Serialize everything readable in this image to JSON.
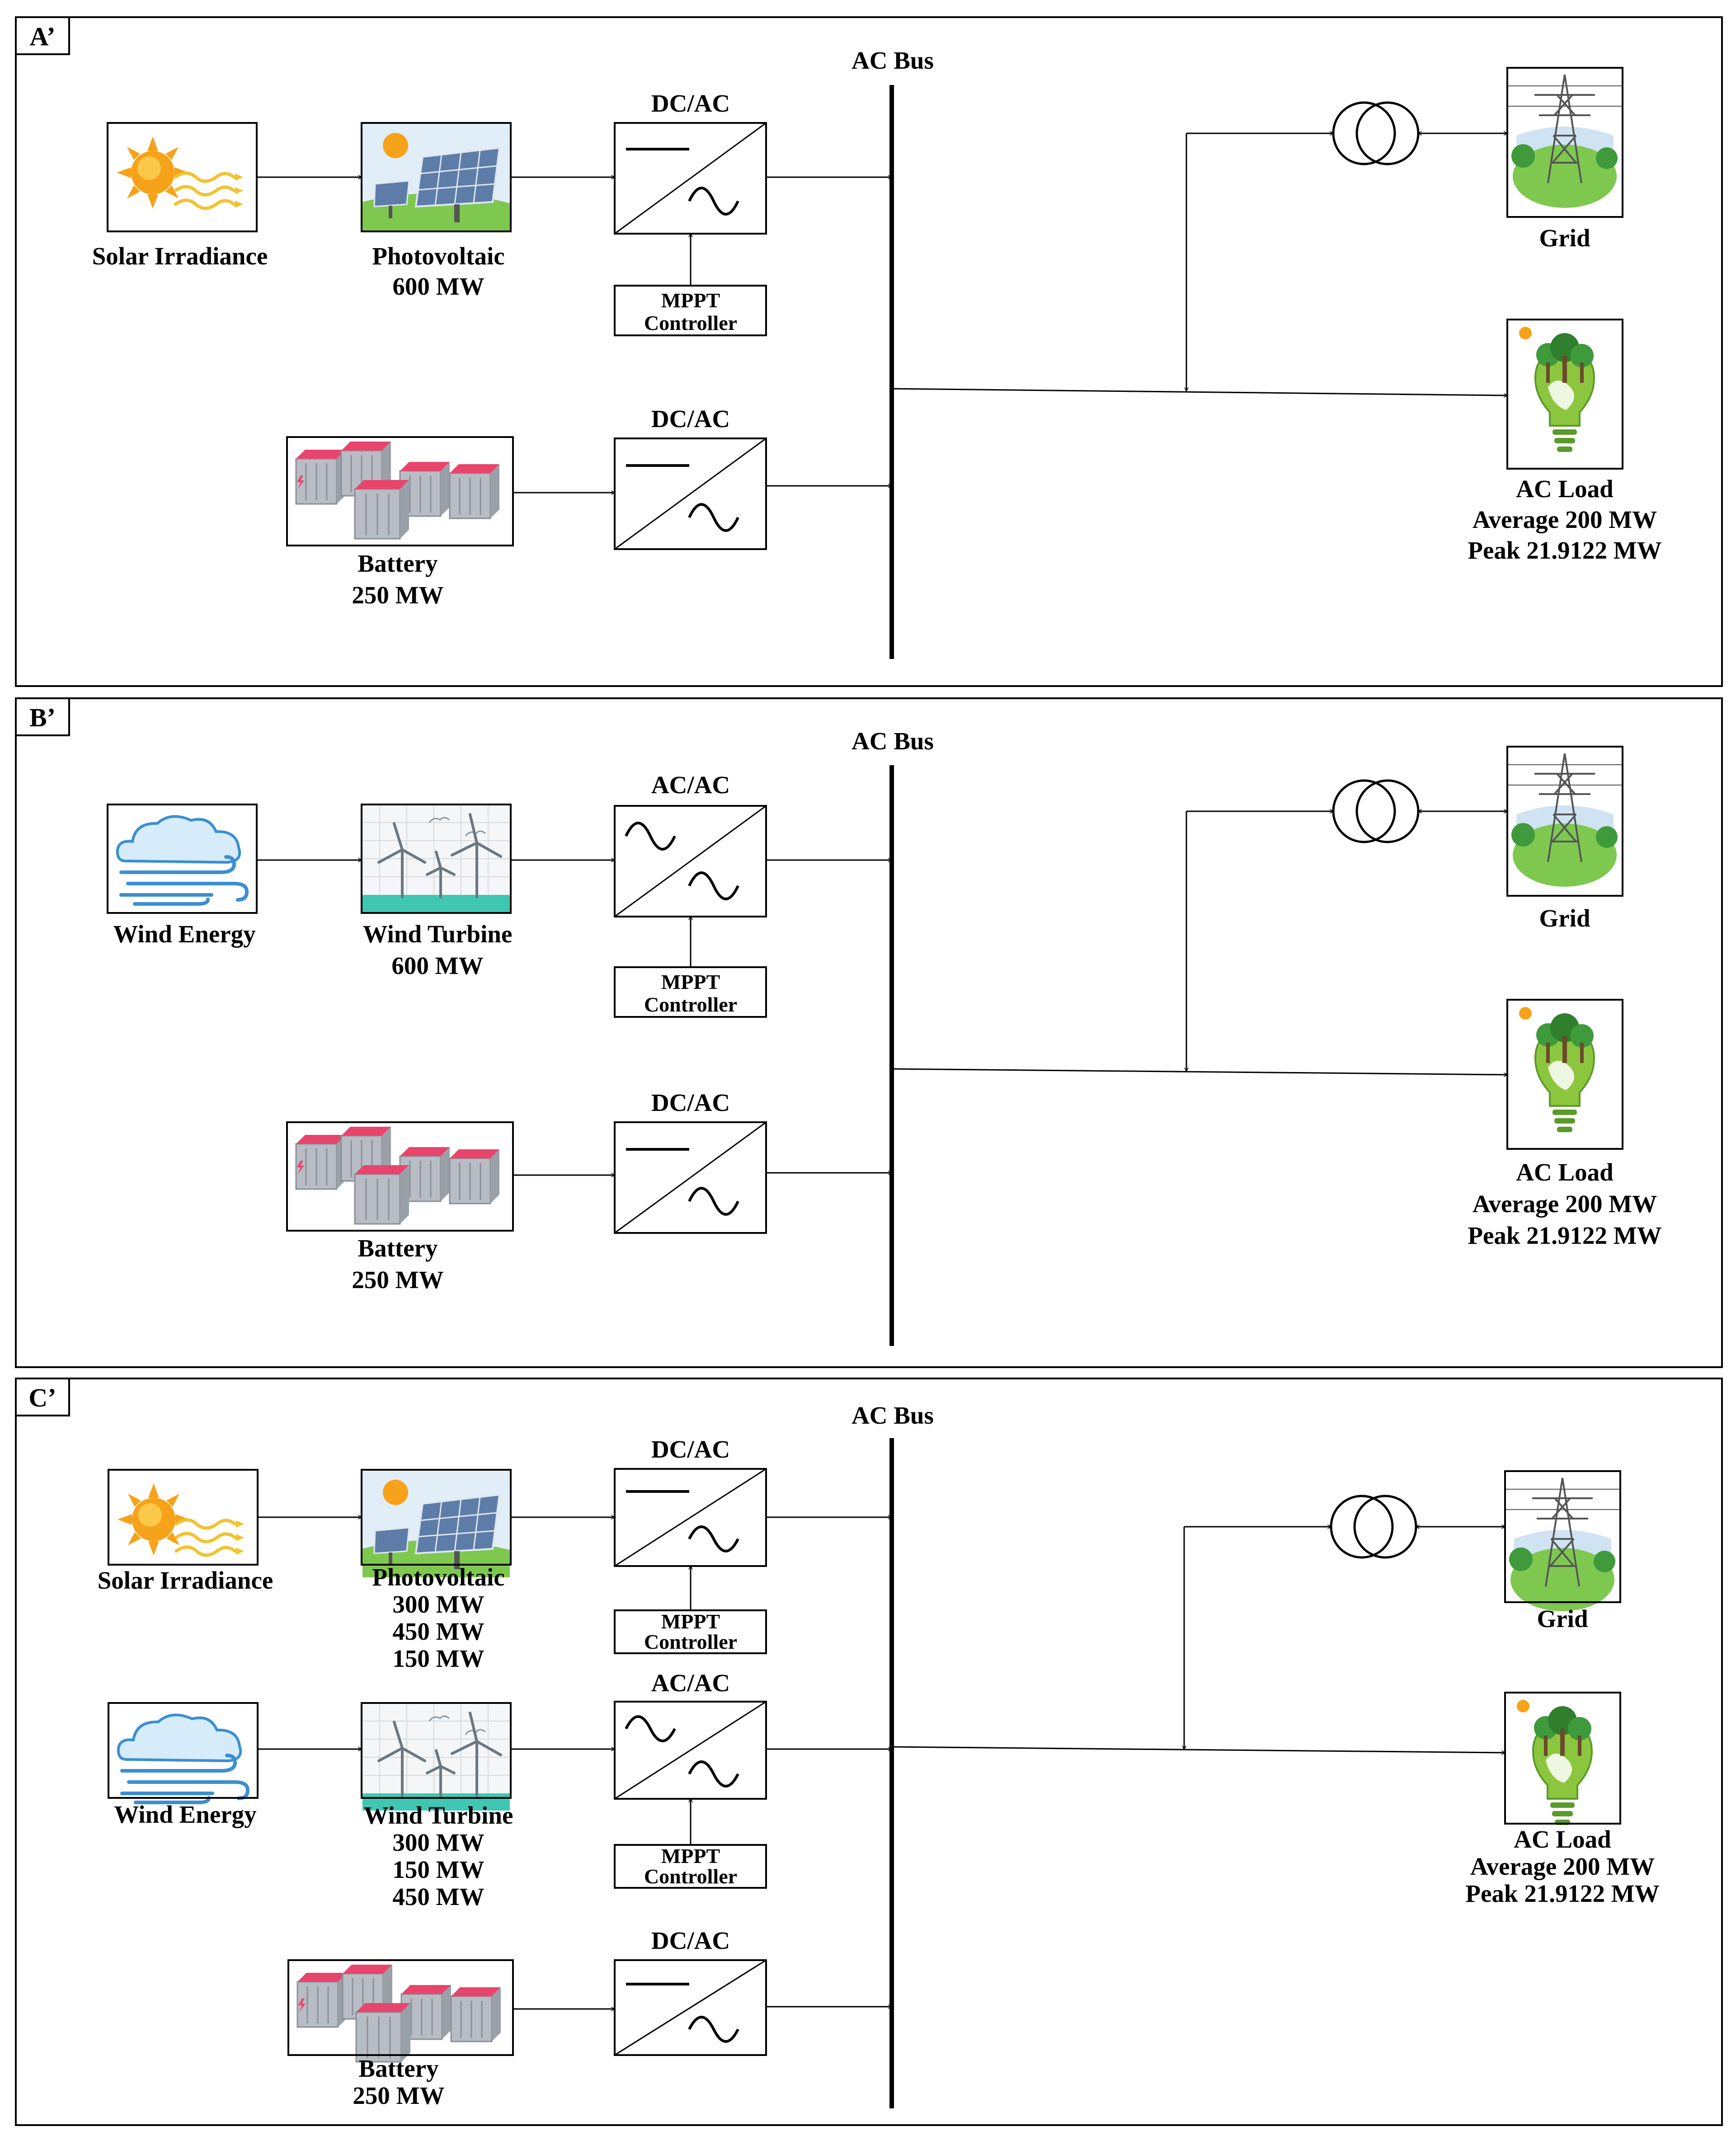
{
  "panels": [
    {
      "tag": "A’",
      "bus": "AC Bus",
      "converters": [
        "DC/AC",
        "DC/AC"
      ],
      "mppt": [
        {
          "line1": "MPPT",
          "line2": "Controller"
        }
      ],
      "sources": [
        {
          "name": "Solar Irradiance"
        },
        {
          "name": "Photovoltaic",
          "ratings": [
            "600 MW"
          ]
        },
        {
          "name": "Battery",
          "ratings": [
            "250 MW"
          ]
        }
      ],
      "grid": "Grid",
      "load": {
        "name": "AC Load",
        "average": "Average 200 MW",
        "peak": "Peak 21.9122 MW"
      }
    },
    {
      "tag": "B’",
      "bus": "AC Bus",
      "converters": [
        "AC/AC",
        "DC/AC"
      ],
      "mppt": [
        {
          "line1": "MPPT",
          "line2": "Controller"
        }
      ],
      "sources": [
        {
          "name": "Wind Energy"
        },
        {
          "name": "Wind Turbine",
          "ratings": [
            "600 MW"
          ]
        },
        {
          "name": "Battery",
          "ratings": [
            "250 MW"
          ]
        }
      ],
      "grid": "Grid",
      "load": {
        "name": "AC Load",
        "average": "Average 200 MW",
        "peak": "Peak 21.9122 MW"
      }
    },
    {
      "tag": "C’",
      "bus": "AC Bus",
      "converters": [
        "DC/AC",
        "AC/AC",
        "DC/AC"
      ],
      "mppt": [
        {
          "line1": "MPPT",
          "line2": "Controller"
        },
        {
          "line1": "MPPT",
          "line2": "Controller"
        }
      ],
      "sources": [
        {
          "name": "Solar Irradiance"
        },
        {
          "name": "Photovoltaic",
          "ratings": [
            "300 MW",
            "450 MW",
            "150 MW"
          ]
        },
        {
          "name": "Wind Energy"
        },
        {
          "name": "Wind Turbine",
          "ratings": [
            "300 MW",
            "150 MW",
            "450 MW"
          ]
        },
        {
          "name": "Battery",
          "ratings": [
            "250 MW"
          ]
        }
      ],
      "grid": "Grid",
      "load": {
        "name": "AC Load",
        "average": "Average 200 MW",
        "peak": "Peak 21.9122 MW"
      }
    }
  ],
  "colors": {
    "sun": "#f7a21b",
    "sun_rays": "#f2c230",
    "panel_blue": "#5d7da8",
    "grass": "#7ec850",
    "sky": "#cfe3f2",
    "wind_blue": "#3c8fd0",
    "battery_red": "#e8456d",
    "battery_grey": "#b8bcc4",
    "tree_green": "#3e9a3a",
    "bulb_green": "#8cc63f"
  }
}
